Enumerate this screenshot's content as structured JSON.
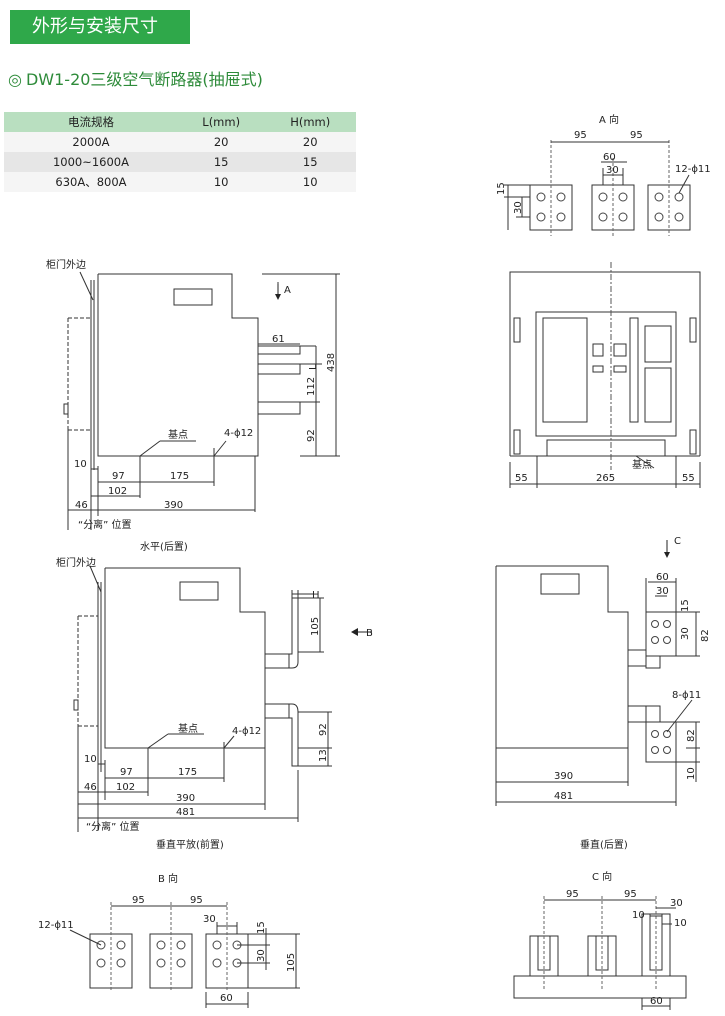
{
  "header": {
    "title": "外形与安装尺寸"
  },
  "section": {
    "mark": "◎",
    "title": "DW1-20三级空气断路器(抽屉式)"
  },
  "spec_table": {
    "columns": [
      "电流规格",
      "L(mm)",
      "H(mm)"
    ],
    "rows": [
      [
        "2000A",
        "20",
        "20"
      ],
      [
        "1000~1600A",
        "15",
        "15"
      ],
      [
        "630A、800A",
        "10",
        "10"
      ]
    ]
  },
  "drawings": {
    "a_view": {
      "title": "A 向",
      "dim_left": "95",
      "dim_right": "95",
      "dim_60": "60",
      "dim_30": "30",
      "dim_15": "15",
      "dim_30v": "30",
      "holes": "12-ϕ11"
    },
    "front": {
      "dim_55l": "55",
      "dim_265": "265",
      "dim_55r": "55",
      "datum": "基点"
    },
    "side_horizontal": {
      "door_label": "柜门外边",
      "arrow_a": "A",
      "dim_61": "61",
      "dim_L": "L",
      "dim_438": "438",
      "dim_112": "112",
      "dim_92": "92",
      "datum": "基点",
      "holes": "4-ϕ12",
      "dim_10": "10",
      "dim_97": "97",
      "dim_175": "175",
      "dim_102": "102",
      "dim_46": "46",
      "dim_390": "390",
      "separate": "“分离” 位置",
      "caption": "水平(后置)"
    },
    "side_vertical_front": {
      "door_label": "柜门外边",
      "dim_H": "H",
      "dim_105": "105",
      "arrow_b": "B",
      "dim_92": "92",
      "dim_13": "13",
      "datum": "基点",
      "holes": "4-ϕ12",
      "dim_10": "10",
      "dim_97": "97",
      "dim_175": "175",
      "dim_46": "46",
      "dim_102": "102",
      "dim_390": "390",
      "dim_481": "481",
      "separate": "“分离” 位置",
      "caption": "垂直平放(前置)"
    },
    "side_vertical_rear": {
      "arrow_c": "C",
      "dim_60": "60",
      "dim_30": "30",
      "dim_15": "15",
      "dim_30v": "30",
      "dim_82": "82",
      "holes": "8-ϕ11",
      "dim_82b": "82",
      "dim_10": "10",
      "dim_390": "390",
      "dim_481": "481",
      "caption": "垂直(后置)"
    },
    "b_view": {
      "title": "B 向",
      "dim_95a": "95",
      "dim_95b": "95",
      "holes": "12-ϕ11",
      "dim_30": "30",
      "dim_15": "15",
      "dim_30v": "30",
      "dim_105": "105",
      "dim_60": "60"
    },
    "c_view": {
      "title": "C 向",
      "dim_95a": "95",
      "dim_95b": "95",
      "dim_30": "30",
      "dim_10a": "10",
      "dim_10b": "10",
      "dim_60": "60"
    }
  }
}
